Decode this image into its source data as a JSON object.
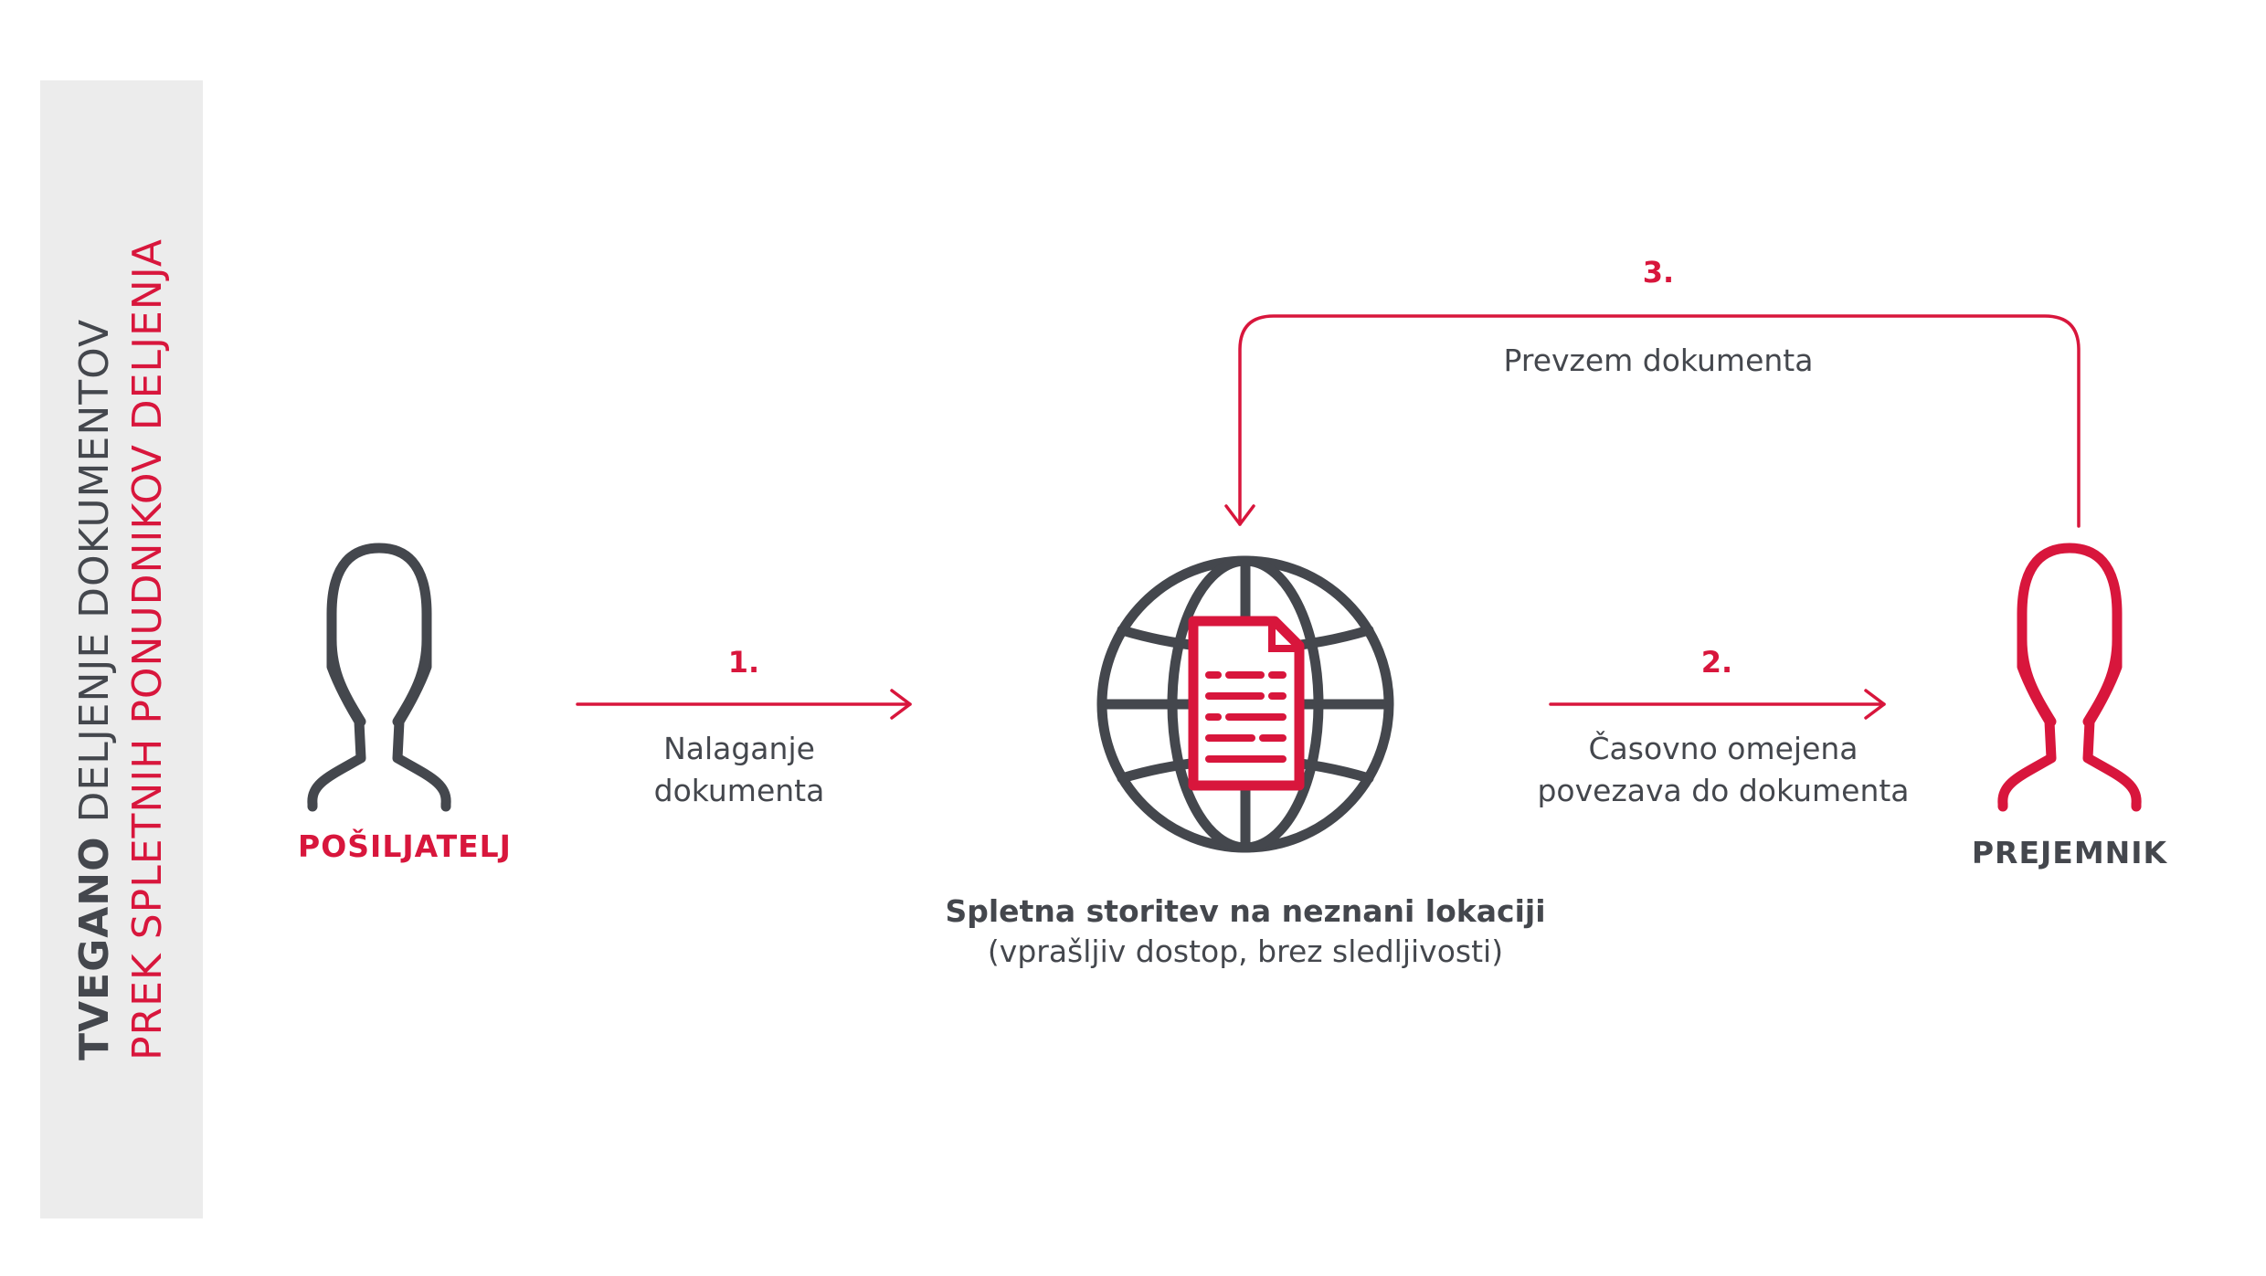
{
  "title": {
    "line1_bold": "TVEGANO",
    "line1_rest": " DELJENJE DOKUMENTOV",
    "line2": "PREK SPLETNIH PONUDNIKOV DELJENJA"
  },
  "actors": {
    "sender": "POŠILJATELJ",
    "receiver": "PREJEMNIK"
  },
  "service": {
    "title": "Spletna storitev na neznani lokaciji",
    "subtitle": "(vprašljiv dostop, brez sledljivosti)"
  },
  "steps": [
    {
      "number": "1.",
      "line1": "Nalaganje",
      "line2": "dokumenta"
    },
    {
      "number": "2.",
      "line1": "Časovno omejena",
      "line2": "povezava do dokumenta"
    },
    {
      "number": "3.",
      "line1": "Prevzem dokumenta"
    }
  ],
  "icons": {
    "sender": "person-icon",
    "receiver": "person-icon",
    "service": "globe-document-icon"
  },
  "colors": {
    "accent": "#d8163c",
    "dark": "#44474d",
    "sidebar": "#ececec"
  }
}
